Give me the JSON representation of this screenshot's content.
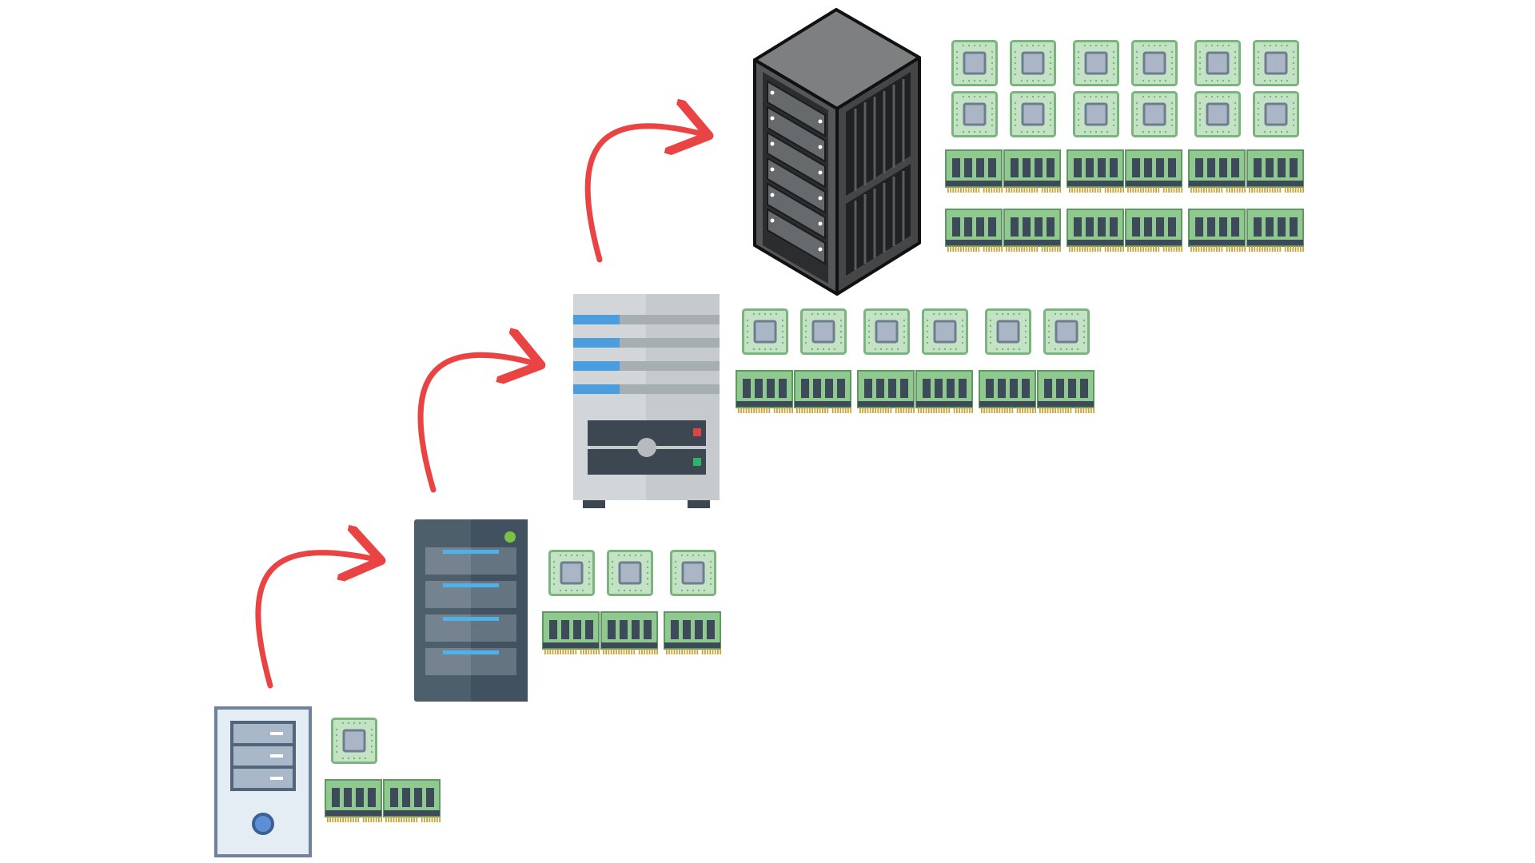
{
  "diagram": {
    "stages": [
      {
        "server": "tower-pc-icon",
        "cpus": 1,
        "ram_modules": 2
      },
      {
        "server": "rack-server-icon",
        "cpus": 3,
        "ram_modules": 3
      },
      {
        "server": "tall-server-icon",
        "cpus": 6,
        "ram_modules": 6
      },
      {
        "server": "datacenter-rack-icon",
        "cpus": 12,
        "ram_modules": 12
      }
    ],
    "transitions": 3,
    "colors": {
      "arrow": "#ea4343",
      "chip_fill": "#c3e3c4",
      "chip_border": "#7bb47f",
      "die_fill": "#aab6c6",
      "ram_board": "#8fc98f",
      "ram_chip": "#3d4a59",
      "ram_pins": "#c9a33a"
    }
  }
}
